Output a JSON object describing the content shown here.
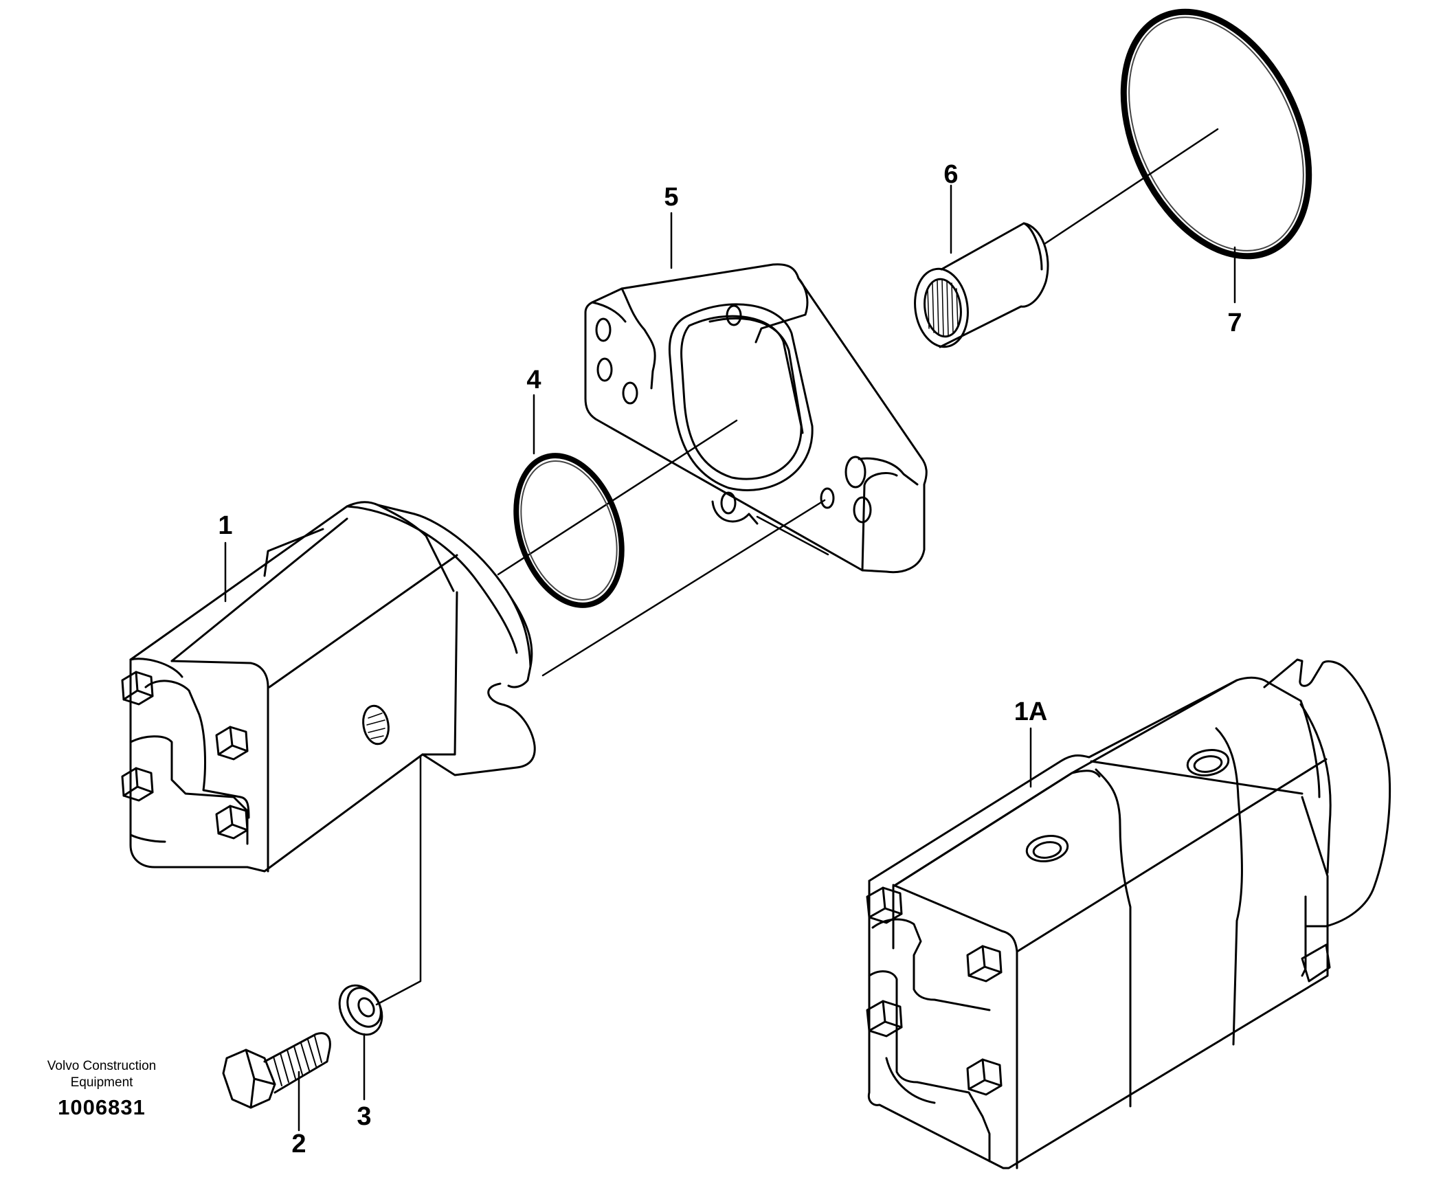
{
  "diagram": {
    "callouts": [
      {
        "id": "1",
        "label": "1"
      },
      {
        "id": "1A",
        "label": "1A"
      },
      {
        "id": "2",
        "label": "2"
      },
      {
        "id": "3",
        "label": "3"
      },
      {
        "id": "4",
        "label": "4"
      },
      {
        "id": "5",
        "label": "5"
      },
      {
        "id": "6",
        "label": "6"
      },
      {
        "id": "7",
        "label": "7"
      }
    ]
  },
  "footer": {
    "publisher_line1": "Volvo Construction",
    "publisher_line2": "Equipment",
    "illustration_number": "1006831"
  }
}
